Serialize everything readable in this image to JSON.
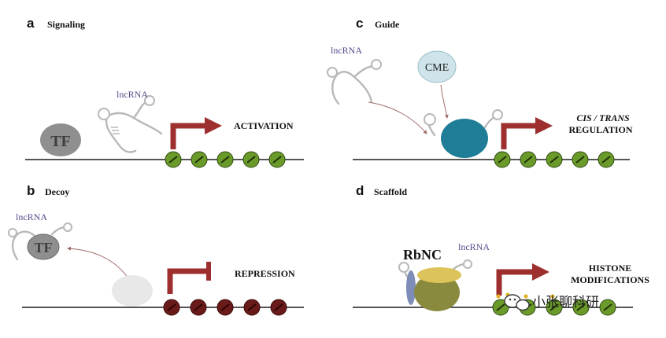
{
  "panels": {
    "a": {
      "letter": "a",
      "title": "Signaling",
      "lncrna": "lncRNA",
      "tf": "TF",
      "outcome": "ACTIVATION"
    },
    "b": {
      "letter": "b",
      "title": "Decoy",
      "lncrna": "lncRNA",
      "tf": "TF",
      "outcome": "REPRESSION"
    },
    "c": {
      "letter": "c",
      "title": "Guide",
      "lncrna": "lncRNA",
      "cme": "CME",
      "outcome_line1": "CIS / TRANS",
      "outcome_line2": "REGULATION"
    },
    "d": {
      "letter": "d",
      "title": "Scaffold",
      "lncrna": "lncRNA",
      "rbnc": "RbNC",
      "outcome_line1": "HISTONE",
      "outcome_line2": "MODIFICATIONS"
    }
  },
  "watermark": "小张聊科研",
  "colors": {
    "active_nucleosome": "#6a9a2a",
    "repressed_nucleosome": "#6b1a1a",
    "arrow": "#9e2f2f",
    "tf": "#8f8f8f",
    "guide_complex": "#1f7d97",
    "cme": "#cfe4ea",
    "scaffold_body": "#8a8a3e",
    "scaffold_cap": "#dcc35a",
    "scaffold_side": "#7e8cb8"
  },
  "icons": {
    "activation_arrow": "bent-arrow-icon",
    "repression_mark": "blunt-arrow-icon",
    "watermark_logo": "wechat-logo-icon"
  }
}
